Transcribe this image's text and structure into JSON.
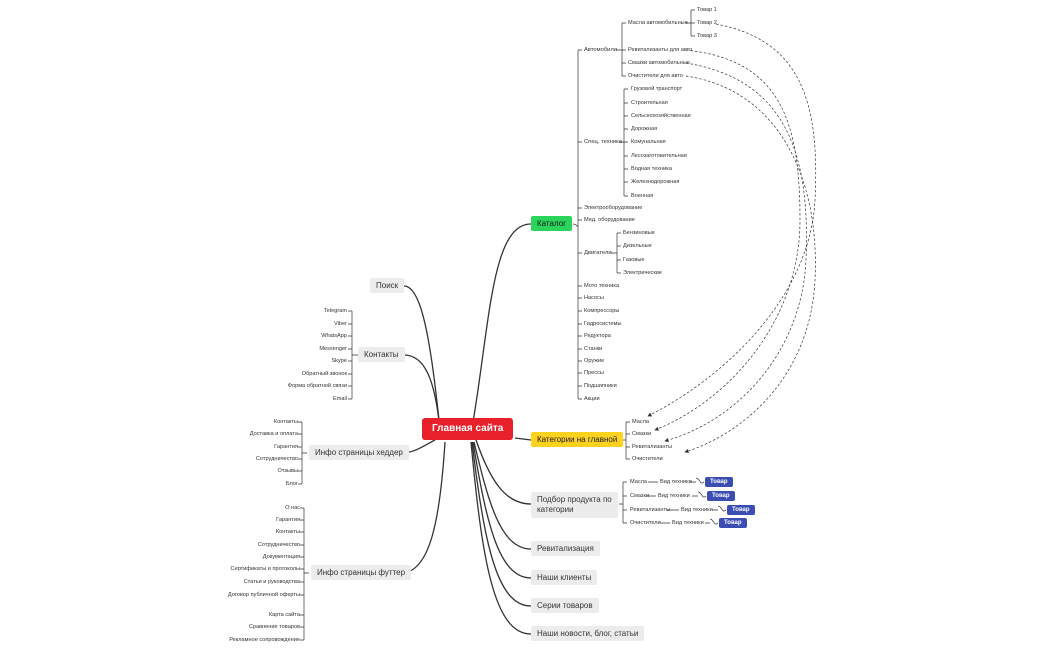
{
  "root": "Главная сайта",
  "colors": {
    "root": "#e8202a",
    "catalog": "#2bd45a",
    "categories": "#ffd21f",
    "tovar": "#3b4db3",
    "topic": "#ececec"
  },
  "left": {
    "search": "Поиск",
    "contacts": {
      "label": "Контакты",
      "items": [
        "Telegram",
        "Viber",
        "WhatsApp",
        "Messenger",
        "Skype",
        "Обратный звонок",
        "Форма обратной связи",
        "Email"
      ]
    },
    "header_info": {
      "label": "Инфо страницы хеддер",
      "items": [
        "Контакты",
        "Доставка и оплата",
        "Гарантия",
        "Сотрудничество",
        "Отзывы",
        "Блог"
      ]
    },
    "footer_info": {
      "label": "Инфо страницы футтер",
      "items": [
        "О нас",
        "Гарантия",
        "Контакты",
        "Сотрудничество",
        "Документация",
        "Сертификаты и протоколы",
        "Статьи и руководства",
        "Договор публичной оферты",
        "Карта сайта",
        "Сравнение товаров",
        "Рекламное сопровождение"
      ]
    }
  },
  "catalog": {
    "label": "Каталог",
    "auto": {
      "label": "Автомобили",
      "items": [
        "Масла автомобильные",
        "Ревитализанты для авто",
        "Смазки автомобильные",
        "Очистители для авто"
      ],
      "products": [
        "Товар 1",
        "Товар 2",
        "Товар 3"
      ]
    },
    "spec": {
      "label": "Спец. техника",
      "items": [
        "Грузовой транспорт",
        "Строительная",
        "Сельскохозяйственная",
        "Дорожная",
        "Комунальная",
        "Лесозаготовительная",
        "Водная техника",
        "Железнодорожная",
        "Военная"
      ]
    },
    "electro": "Электрооборудование",
    "med": "Мед. оборудование",
    "engines": {
      "label": "Двигатели",
      "items": [
        "Бензиновые",
        "Дизельные",
        "Газовые",
        "Электрические"
      ]
    },
    "others": [
      "Мото техника",
      "Насосы",
      "Компрессоры",
      "Гидросистемы",
      "Редуктора",
      "Станки",
      "Оружие",
      "Прессы",
      "Подшипники",
      "Акции"
    ]
  },
  "categories_home": {
    "label": "Категории на главной",
    "items": [
      "Масла",
      "Смазки",
      "Ревитализанты",
      "Очистители"
    ]
  },
  "selection": {
    "label_line1": "Подбор продукта по",
    "label_line2": "категории",
    "items": [
      "Масла",
      "Смазки",
      "Ревитализанты",
      "Очистители"
    ],
    "tech": "Вид техники",
    "tovar": "Товар"
  },
  "bottom": [
    "Ревитализация",
    "Наши клиенты",
    "Серии товаров",
    "Наши новости, блог, статьи"
  ]
}
